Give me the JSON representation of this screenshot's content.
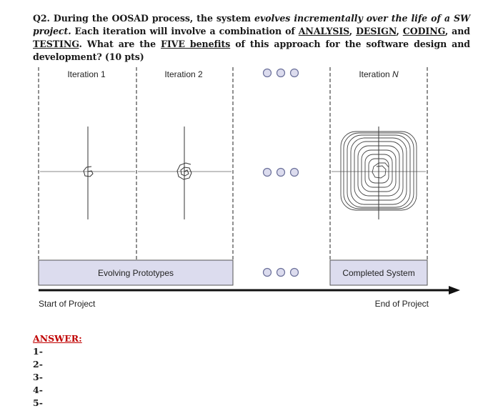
{
  "question": {
    "prefix": "Q2. During the OOSAD process, the system ",
    "emphasis": "evolves incrementally over the life of a SW project.",
    "line2_start": " Each iteration will involve a combination of ",
    "terms": [
      "ANALYSIS",
      "DESIGN",
      "CODING",
      "TESTING"
    ],
    "sep1": ", ",
    "sep2": ", ",
    "sep3": ", and ",
    "after_terms": ". What are the ",
    "five_benefits": "FIVE benefits",
    "ending": " of this approach for the software design and development? (10 pts)"
  },
  "diagram": {
    "iterations": [
      "Iteration 1",
      "Iteration 2",
      "Iteration N"
    ],
    "evolving_label": "Evolving Prototypes",
    "completed_label": "Completed System",
    "start_label": "Start of Project",
    "end_label": "End of Project",
    "box_fill": "#dcdcee",
    "dot_fill": "#dcdcee",
    "dot_stroke": "#6a6f99"
  },
  "answer": {
    "label": "ANSWER:",
    "items": [
      "1-",
      "2-",
      "3-",
      "4-",
      "5-"
    ]
  }
}
